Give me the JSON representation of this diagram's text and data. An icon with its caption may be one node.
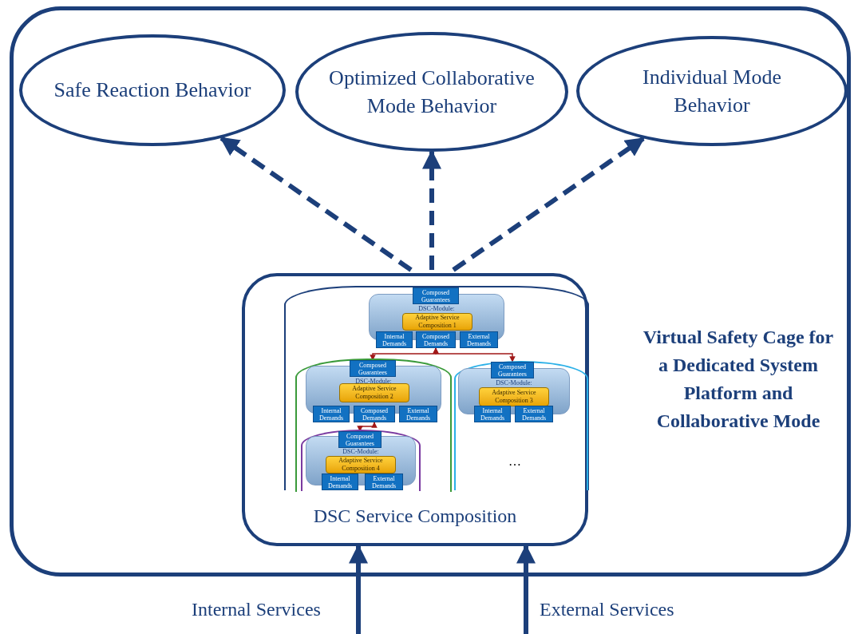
{
  "diagram": {
    "nodes": [
      {
        "text": [
          "Virtual Safety Cage for a Dedicated System Platform and Collaborative Mode"
        ]
      },
      {
        "text": [
          "Safe Reaction Behavior"
        ],
        "in": 0
      },
      {
        "text": [
          "Optimized Collaborative Mode Behavior"
        ],
        "in": 0
      },
      {
        "text": [
          "Individual Mode Behavior"
        ],
        "in": 0
      },
      {
        "text": [
          "DSC Service Composition"
        ],
        "in": 0
      },
      {
        "text": [],
        "shape": "box",
        "in": 4
      },
      {
        "text": [
          "DSC-Module:"
        ],
        "in": 5
      },
      {
        "text": [
          "Composed Guarantees"
        ],
        "in": 5
      },
      {
        "text": [
          "Adaptive Service Composition 1"
        ],
        "in": 6
      },
      {
        "text": [
          "Internal Demands"
        ],
        "in": 5
      },
      {
        "text": [
          "Composed Demands"
        ],
        "in": 5
      },
      {
        "text": [
          "External Demands"
        ],
        "in": 5
      },
      {
        "text": [],
        "shape": "box",
        "in": 5
      },
      {
        "text": [
          "DSC-Module:"
        ],
        "in": 12
      },
      {
        "text": [
          "Composed Guarantees"
        ],
        "in": 12
      },
      {
        "text": [
          "Adaptive Service Composition 2"
        ],
        "in": 13
      },
      {
        "text": [
          "Internal Demands"
        ],
        "in": 12
      },
      {
        "text": [
          "Composed Demands"
        ],
        "in": 12
      },
      {
        "text": [
          "External Demands"
        ],
        "in": 12
      },
      {
        "text": [],
        "shape": "box",
        "in": 12
      },
      {
        "text": [
          "DSC-Module:"
        ],
        "in": 19
      },
      {
        "text": [
          "Composed Guarantees"
        ],
        "in": 19
      },
      {
        "text": [
          "Adaptive Service Composition 4"
        ],
        "in": 20
      },
      {
        "text": [
          "Internal Demands"
        ],
        "in": 19
      },
      {
        "text": [
          "External Demands"
        ],
        "in": 19
      },
      {
        "text": [],
        "shape": "box",
        "in": 5
      },
      {
        "text": [
          "DSC-Module:"
        ],
        "in": 25
      },
      {
        "text": [
          "Composed Guarantees"
        ],
        "in": 25
      },
      {
        "text": [
          "Adaptive Service Composition 3"
        ],
        "in": 26
      },
      {
        "text": [
          "Internal Demands"
        ],
        "in": 25
      },
      {
        "text": [
          "External Demands"
        ],
        "in": 25
      }
    ],
    "edges": [
      {
        "from": 4,
        "to": 1,
        "arrow": "to",
        "style": "dashed"
      },
      {
        "from": 4,
        "to": 2,
        "arrow": "to",
        "style": "dashed"
      },
      {
        "from": 4,
        "to": 3,
        "arrow": "to",
        "style": "dashed"
      },
      {
        "from": null,
        "to": 4,
        "arrow": "to",
        "label": "Internal Services"
      },
      {
        "from": null,
        "to": 4,
        "arrow": "to",
        "label": "External Services"
      },
      {
        "from": 10,
        "to": 14,
        "arrow": "both",
        "color": "#a01818"
      },
      {
        "from": 10,
        "to": 27,
        "arrow": "both",
        "color": "#a01818"
      },
      {
        "from": 17,
        "to": 21,
        "arrow": "both",
        "color": "#a01818"
      }
    ],
    "labels": [
      "…"
    ]
  }
}
